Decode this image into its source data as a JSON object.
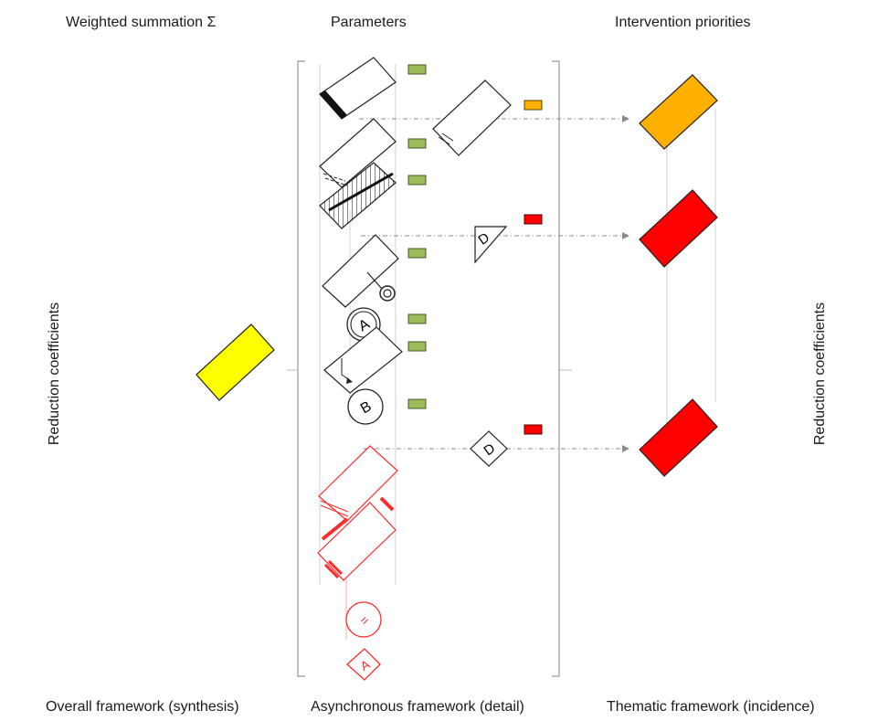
{
  "headers": {
    "weighted_summation": "Weighted summation Σ",
    "parameters": "Parameters",
    "intervention_priorities": "Intervention priorities"
  },
  "side_labels": {
    "left": "Reduction coefficients",
    "right": "Reduction coefficients"
  },
  "footers": {
    "overall": "Overall framework (synthesis)",
    "asynchronous": "Asynchronous framework (detail)",
    "thematic": "Thematic framework (incidence)"
  },
  "symbols": {
    "circle_A": "A",
    "circle_B": "B",
    "triangle_D": "D",
    "diamond_D": "D",
    "red_circle": "=",
    "red_diamond_A": "A"
  },
  "colors": {
    "green_marker": "#9bbb59",
    "yellow_box": "#ffff00",
    "orange_box": "#ffb000",
    "red_box": "#ff0000",
    "red_outline": "#ff2a2a",
    "arrow_gray": "#8a8a8a"
  }
}
